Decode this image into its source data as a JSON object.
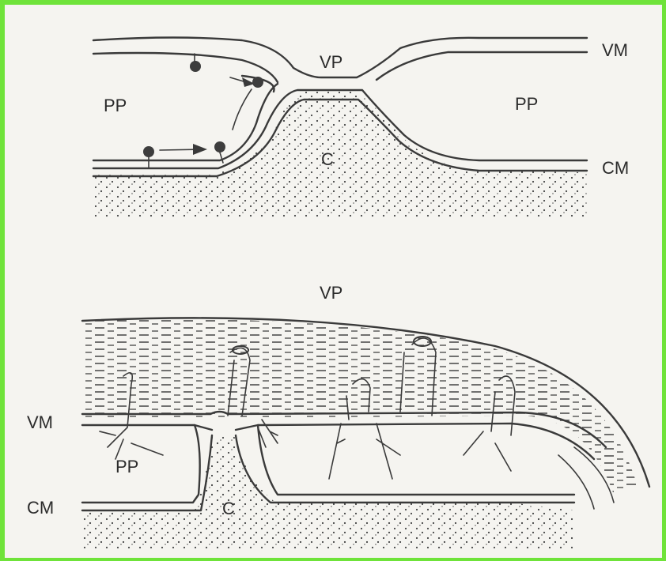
{
  "top_diagram": {
    "labels": {
      "vp": "VP",
      "vm": "VM",
      "pp_left": "PP",
      "pp_right": "PP",
      "c": "C",
      "cm": "CM"
    }
  },
  "bottom_diagram": {
    "labels": {
      "vp": "VP",
      "vm": "VM",
      "pp": "PP",
      "c": "C",
      "cm": "CM"
    }
  },
  "colors": {
    "frame": "#6fe33a",
    "ink": "#3a3a3a",
    "paper": "#f5f4f0"
  }
}
